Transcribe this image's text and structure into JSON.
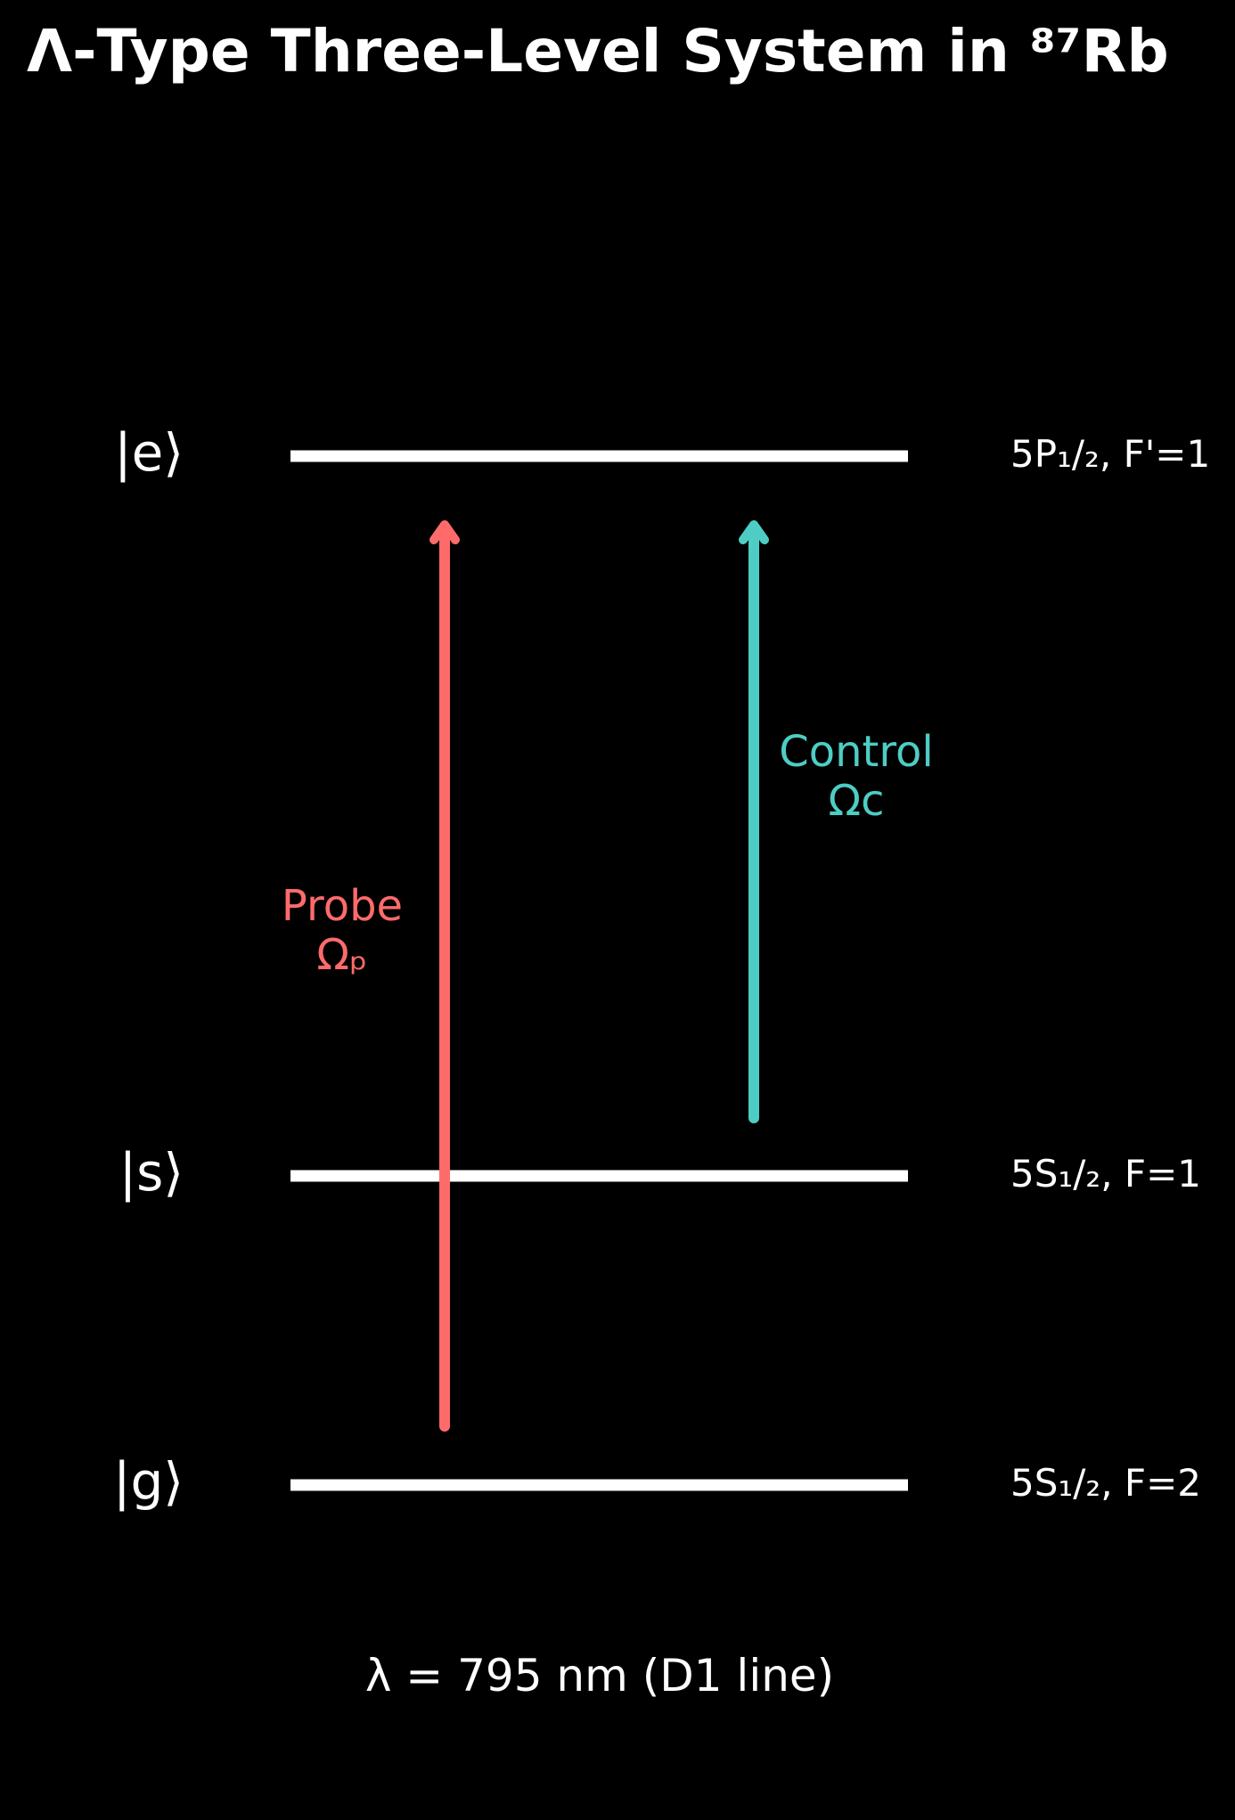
{
  "title": "Λ-Type Three-Level System in ⁸⁷Rb",
  "levels": [
    {
      "id": "e",
      "ket": "|e⟩",
      "state": "5P₁/₂, F'=1"
    },
    {
      "id": "s",
      "ket": "|s⟩",
      "state": "5S₁/₂, F=1"
    },
    {
      "id": "g",
      "ket": "|g⟩",
      "state": "5S₁/₂, F=2"
    }
  ],
  "beams": {
    "probe": {
      "label": "Probe",
      "symbol": "Ωₚ",
      "color": "#ff6b6b",
      "from": "g",
      "to": "e"
    },
    "control": {
      "label": "Control",
      "symbol": "Ωc",
      "color": "#4ecdc4",
      "from": "s",
      "to": "e"
    }
  },
  "footer": "λ = 795 nm (D1 line)",
  "colors": {
    "background": "#000000",
    "foreground": "#ffffff"
  }
}
